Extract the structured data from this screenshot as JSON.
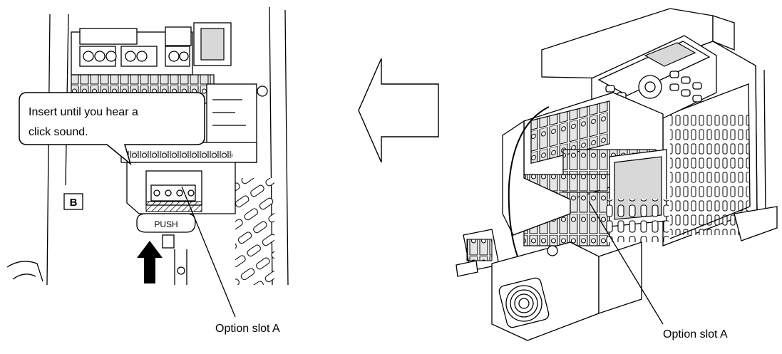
{
  "callout": {
    "line1": "Insert until you hear a",
    "line2": "click sound."
  },
  "labels": {
    "slot_left": "Option slot A",
    "slot_right": "Option slot A",
    "push": "PUSH",
    "terminal_marker": "B"
  }
}
